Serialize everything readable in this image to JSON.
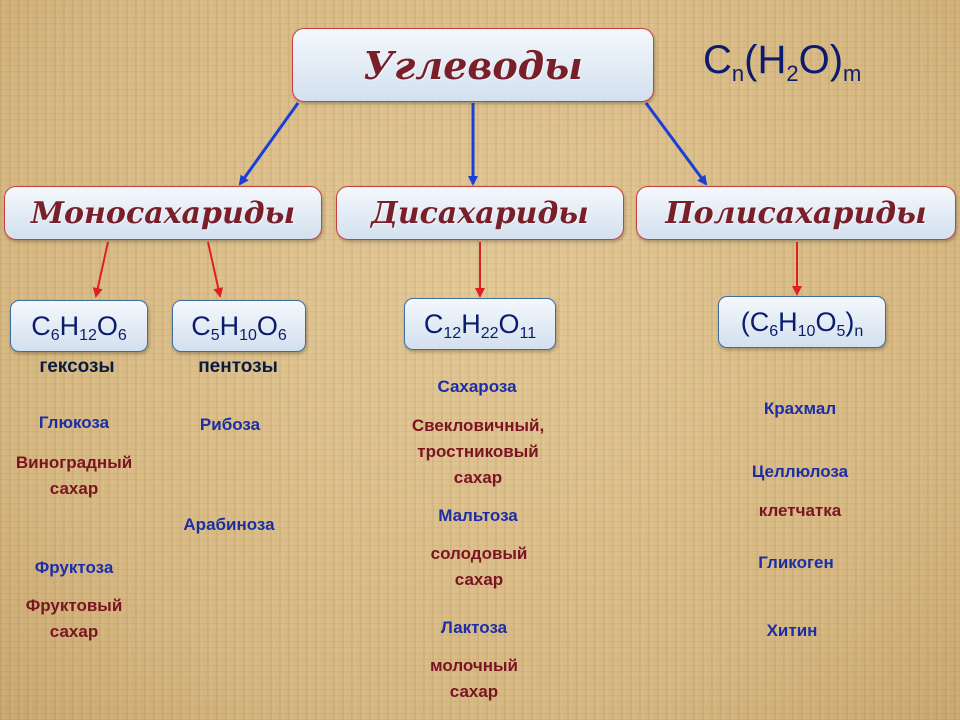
{
  "title": "Углеводы",
  "general_formula": {
    "a": "C",
    "n": "n",
    "b": "(H",
    "two": "2",
    "c": "O)",
    "m": "m"
  },
  "categories": {
    "mono": "Моносахариды",
    "di": "Дисахариды",
    "poly": "Полисахариды"
  },
  "formulas": {
    "hexose": {
      "c": "C",
      "c_n": "6",
      "h": "H",
      "h_n": "12",
      "o": "O",
      "o_n": "6"
    },
    "pentose": {
      "c": "C",
      "c_n": "5",
      "h": "H",
      "h_n": "10",
      "o": "O",
      "o_n": "6"
    },
    "disaccharide": {
      "c": "C",
      "c_n": "12",
      "h": "H",
      "h_n": "22",
      "o": "O",
      "o_n": "11"
    },
    "polysaccharide": {
      "open": "(C",
      "c_n": "6",
      "h": "H",
      "h_n": "10",
      "o": "O",
      "o_n": "5",
      "close": ")",
      "n": "n"
    }
  },
  "group_labels": {
    "hexoses": "гексозы",
    "pentoses": "пентозы"
  },
  "hexoses": {
    "glucose": "Глюкоза",
    "glucose_alt_1": "Виноградный",
    "glucose_alt_2": "сахар",
    "fructose": "Фруктоза",
    "fructose_alt_1": "Фруктовый",
    "fructose_alt_2": "сахар"
  },
  "pentoses": {
    "ribose": "Рибоза",
    "arabinose": "Арабиноза"
  },
  "disaccharides": {
    "sucrose": "Сахароза",
    "sucrose_alt_1": "Свекловичный,",
    "sucrose_alt_2": "тростниковый",
    "sucrose_alt_3": "сахар",
    "maltose": "Мальтоза",
    "maltose_alt_1": "солодовый",
    "maltose_alt_2": "сахар",
    "lactose": "Лактоза",
    "lactose_alt_1": "молочный",
    "lactose_alt_2": "сахар"
  },
  "polysaccharides": {
    "starch": "Крахмал",
    "cellulose": "Целлюлоза",
    "cellulose_alt": "клетчатка",
    "glycogen": "Гликоген",
    "chitin": "Хитин"
  },
  "colors": {
    "title_text": "#7a1f2a",
    "formula_text": "#0b1c6e",
    "name_blue": "#1c2ea6",
    "name_red": "#7a1422",
    "arrow_blue": "#1a3fd6",
    "arrow_red": "#e02020"
  }
}
